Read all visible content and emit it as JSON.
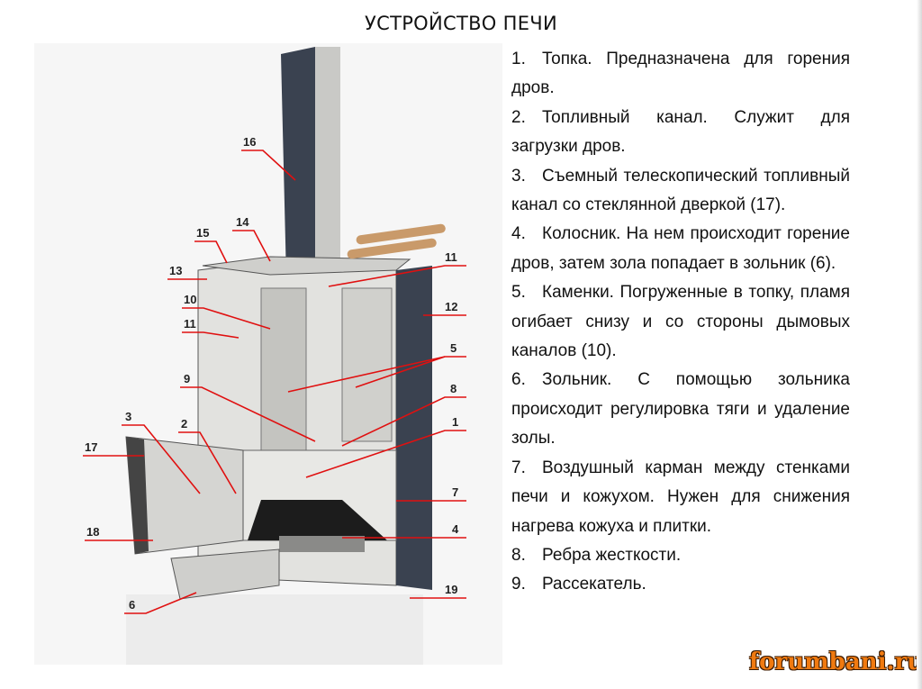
{
  "title": "УСТРОЙСТВО ПЕЧИ",
  "callouts": [
    "16",
    "14",
    "15",
    "13",
    "10",
    "11",
    "9",
    "3",
    "2",
    "17",
    "18",
    "6",
    "11",
    "12",
    "5",
    "8",
    "1",
    "7",
    "4",
    "19"
  ],
  "items": [
    {
      "num": "1.",
      "text": "Топка. Предназначена для горения дров."
    },
    {
      "num": "2.",
      "text": "Топливный канал. Служит для загрузки дров."
    },
    {
      "num": "3.",
      "text": "Съемный телескопический топливный канал со стеклянной дверкой (17)."
    },
    {
      "num": "4.",
      "text": "Колосник. На нем происходит горение дров, затем зола попадает в зольник (6)."
    },
    {
      "num": "5.",
      "text": "Каменки. Погруженные в топку, пламя огибает снизу и со стороны дымовых каналов (10)."
    },
    {
      "num": "6.",
      "text": "Зольник. С помощью зольника происходит регулировка тяги и удаление золы."
    },
    {
      "num": "7.",
      "text": "Воздушный карман между стенками печи и кожухом. Нужен для снижения нагрева кожуха и плитки."
    },
    {
      "num": "8.",
      "text": "Ребра жесткости."
    },
    {
      "num": "9.",
      "text": "Рассекатель."
    }
  ],
  "watermark": "forumbani.ru",
  "colors": {
    "leader": "#e01010",
    "tile": "#3a4250",
    "steel": "#d9d9d6",
    "watermark": "#f07a10"
  }
}
